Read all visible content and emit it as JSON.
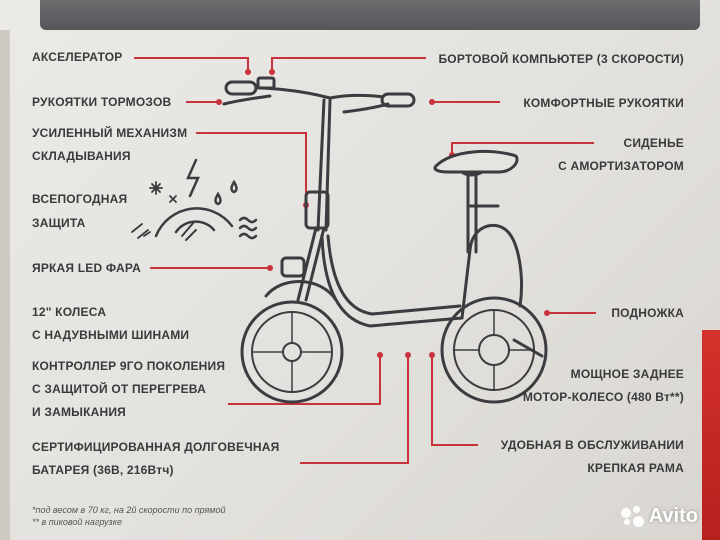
{
  "labels": {
    "accelerator": "АКСЕЛЕРАТОР",
    "brake_handles": "РУКОЯТКИ ТОРМОЗОВ",
    "folding_1": "УСИЛЕННЫЙ МЕХАНИЗМ",
    "folding_2": "СКЛАДЫВАНИЯ",
    "weather_1": "ВСЕПОГОДНАЯ",
    "weather_2": "ЗАЩИТА",
    "led": "ЯРКАЯ LED ФАРА",
    "wheels_1": "12\" КОЛЕСА",
    "wheels_2": "С НАДУВНЫМИ ШИНАМИ",
    "controller_1": "КОНТРОЛЛЕР 9ГО ПОКОЛЕНИЯ",
    "controller_2": "С ЗАЩИТОЙ ОТ ПЕРЕГРЕВА",
    "controller_3": "И ЗАМЫКАНИЯ",
    "battery_1": "СЕРТИФИЦИРОВАННАЯ ДОЛГОВЕЧНАЯ",
    "battery_2": "БАТАРЕЯ (36В, 216Втч)",
    "computer": "БОРТОВОЙ КОМПЬЮТЕР (3 СКОРОСТИ)",
    "grips": "КОМФОРТНЫЕ РУКОЯТКИ",
    "seat_1": "СИДЕНЬЕ",
    "seat_2": "С АМОРТИЗАТОРОМ",
    "kickstand": "ПОДНОЖКА",
    "motor_1": "МОЩНОЕ ЗАДНЕЕ",
    "motor_2": "МОТОР-КОЛЕСО (480 Вт**)",
    "frame_1": "УДОБНАЯ В ОБСЛУЖИВАНИИ",
    "frame_2": "КРЕПКАЯ РАМА"
  },
  "footnotes": {
    "note1": "*под весом в 70 кг, на 2й скорости по прямой",
    "note2": "** в пиковой нагрузке"
  },
  "watermark": {
    "text": "Avito"
  },
  "colors": {
    "accent": "#c8323a",
    "text": "#3a3a3c",
    "background": "#e6e4e0"
  }
}
